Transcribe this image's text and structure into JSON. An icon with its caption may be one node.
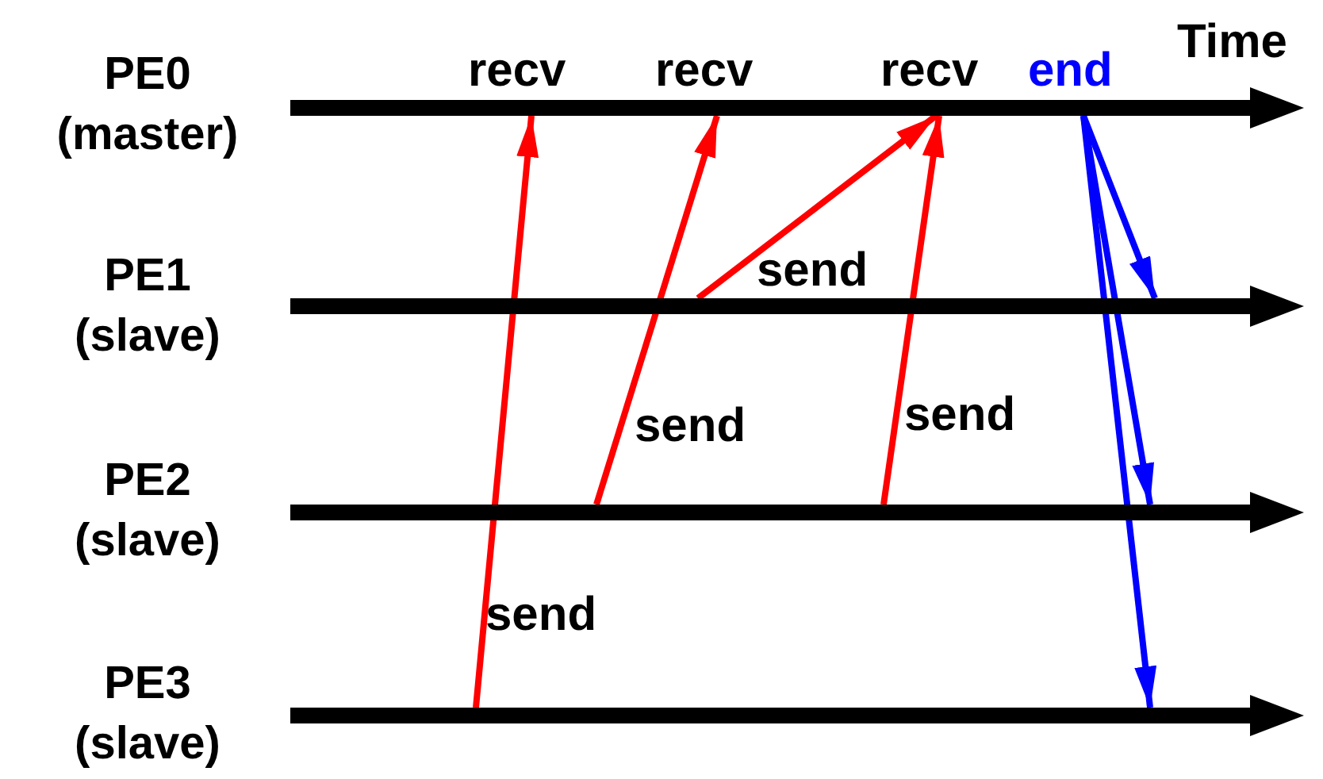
{
  "diagram": {
    "nodes": [
      {
        "text": [],
        "shape": "bar",
        "beside": [
          "PE0 (master)"
        ]
      },
      {
        "text": [],
        "shape": "bar",
        "beside": [
          "PE1 (slave)"
        ]
      },
      {
        "text": [],
        "shape": "bar",
        "beside": [
          "PE2 (slave)"
        ]
      },
      {
        "text": [],
        "shape": "bar",
        "beside": [
          "PE3 (slave)"
        ]
      }
    ],
    "edges": [
      {
        "from": 3,
        "to": 0,
        "arrow": "to",
        "label": "send"
      },
      {
        "from": 2,
        "to": 0,
        "arrow": "to",
        "label": "send"
      },
      {
        "from": 1,
        "to": 0,
        "arrow": "to",
        "label": "send"
      },
      {
        "from": 2,
        "to": 0,
        "arrow": "to",
        "label": "send"
      },
      {
        "from": 0,
        "to": 1,
        "arrow": "to",
        "color": "#0000ff"
      },
      {
        "from": 0,
        "to": 2,
        "arrow": "to",
        "color": "#0000ff"
      },
      {
        "from": 0,
        "to": 3,
        "arrow": "to",
        "color": "#0000ff"
      }
    ],
    "labels": [
      "Time",
      "recv",
      "recv",
      "recv",
      "end"
    ]
  }
}
